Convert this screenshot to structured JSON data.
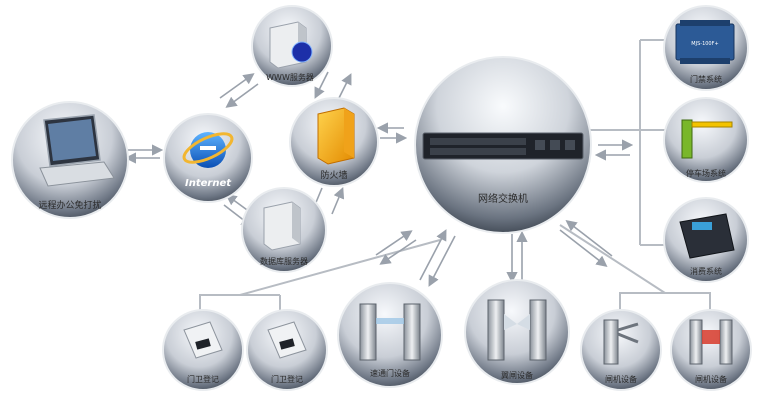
{
  "nodes": {
    "remote_office": "远程办公免打扰",
    "internet": "Internet",
    "www_server": "WWW服务器",
    "firewall": "防火墙",
    "db_server": "数据库服务器",
    "switch": "网络交换机",
    "access_control": "门禁系统",
    "parking": "停车场系统",
    "consumption": "消费系统",
    "guard_reg_1": "门卫登记",
    "guard_reg_2": "门卫登记",
    "speed_gate": "速通门设备",
    "wing_gate": "翼闸设备",
    "tripod_gate": "闸机设备",
    "swing_gate": "闸机设备"
  },
  "device_text": {
    "controller_model": "MJS-100F+"
  },
  "colors": {
    "node_fill_center": "#f4f6f9",
    "node_fill_edge": "#5b6472",
    "arrow": "#9aa1ab",
    "connector": "#aab0b8"
  }
}
